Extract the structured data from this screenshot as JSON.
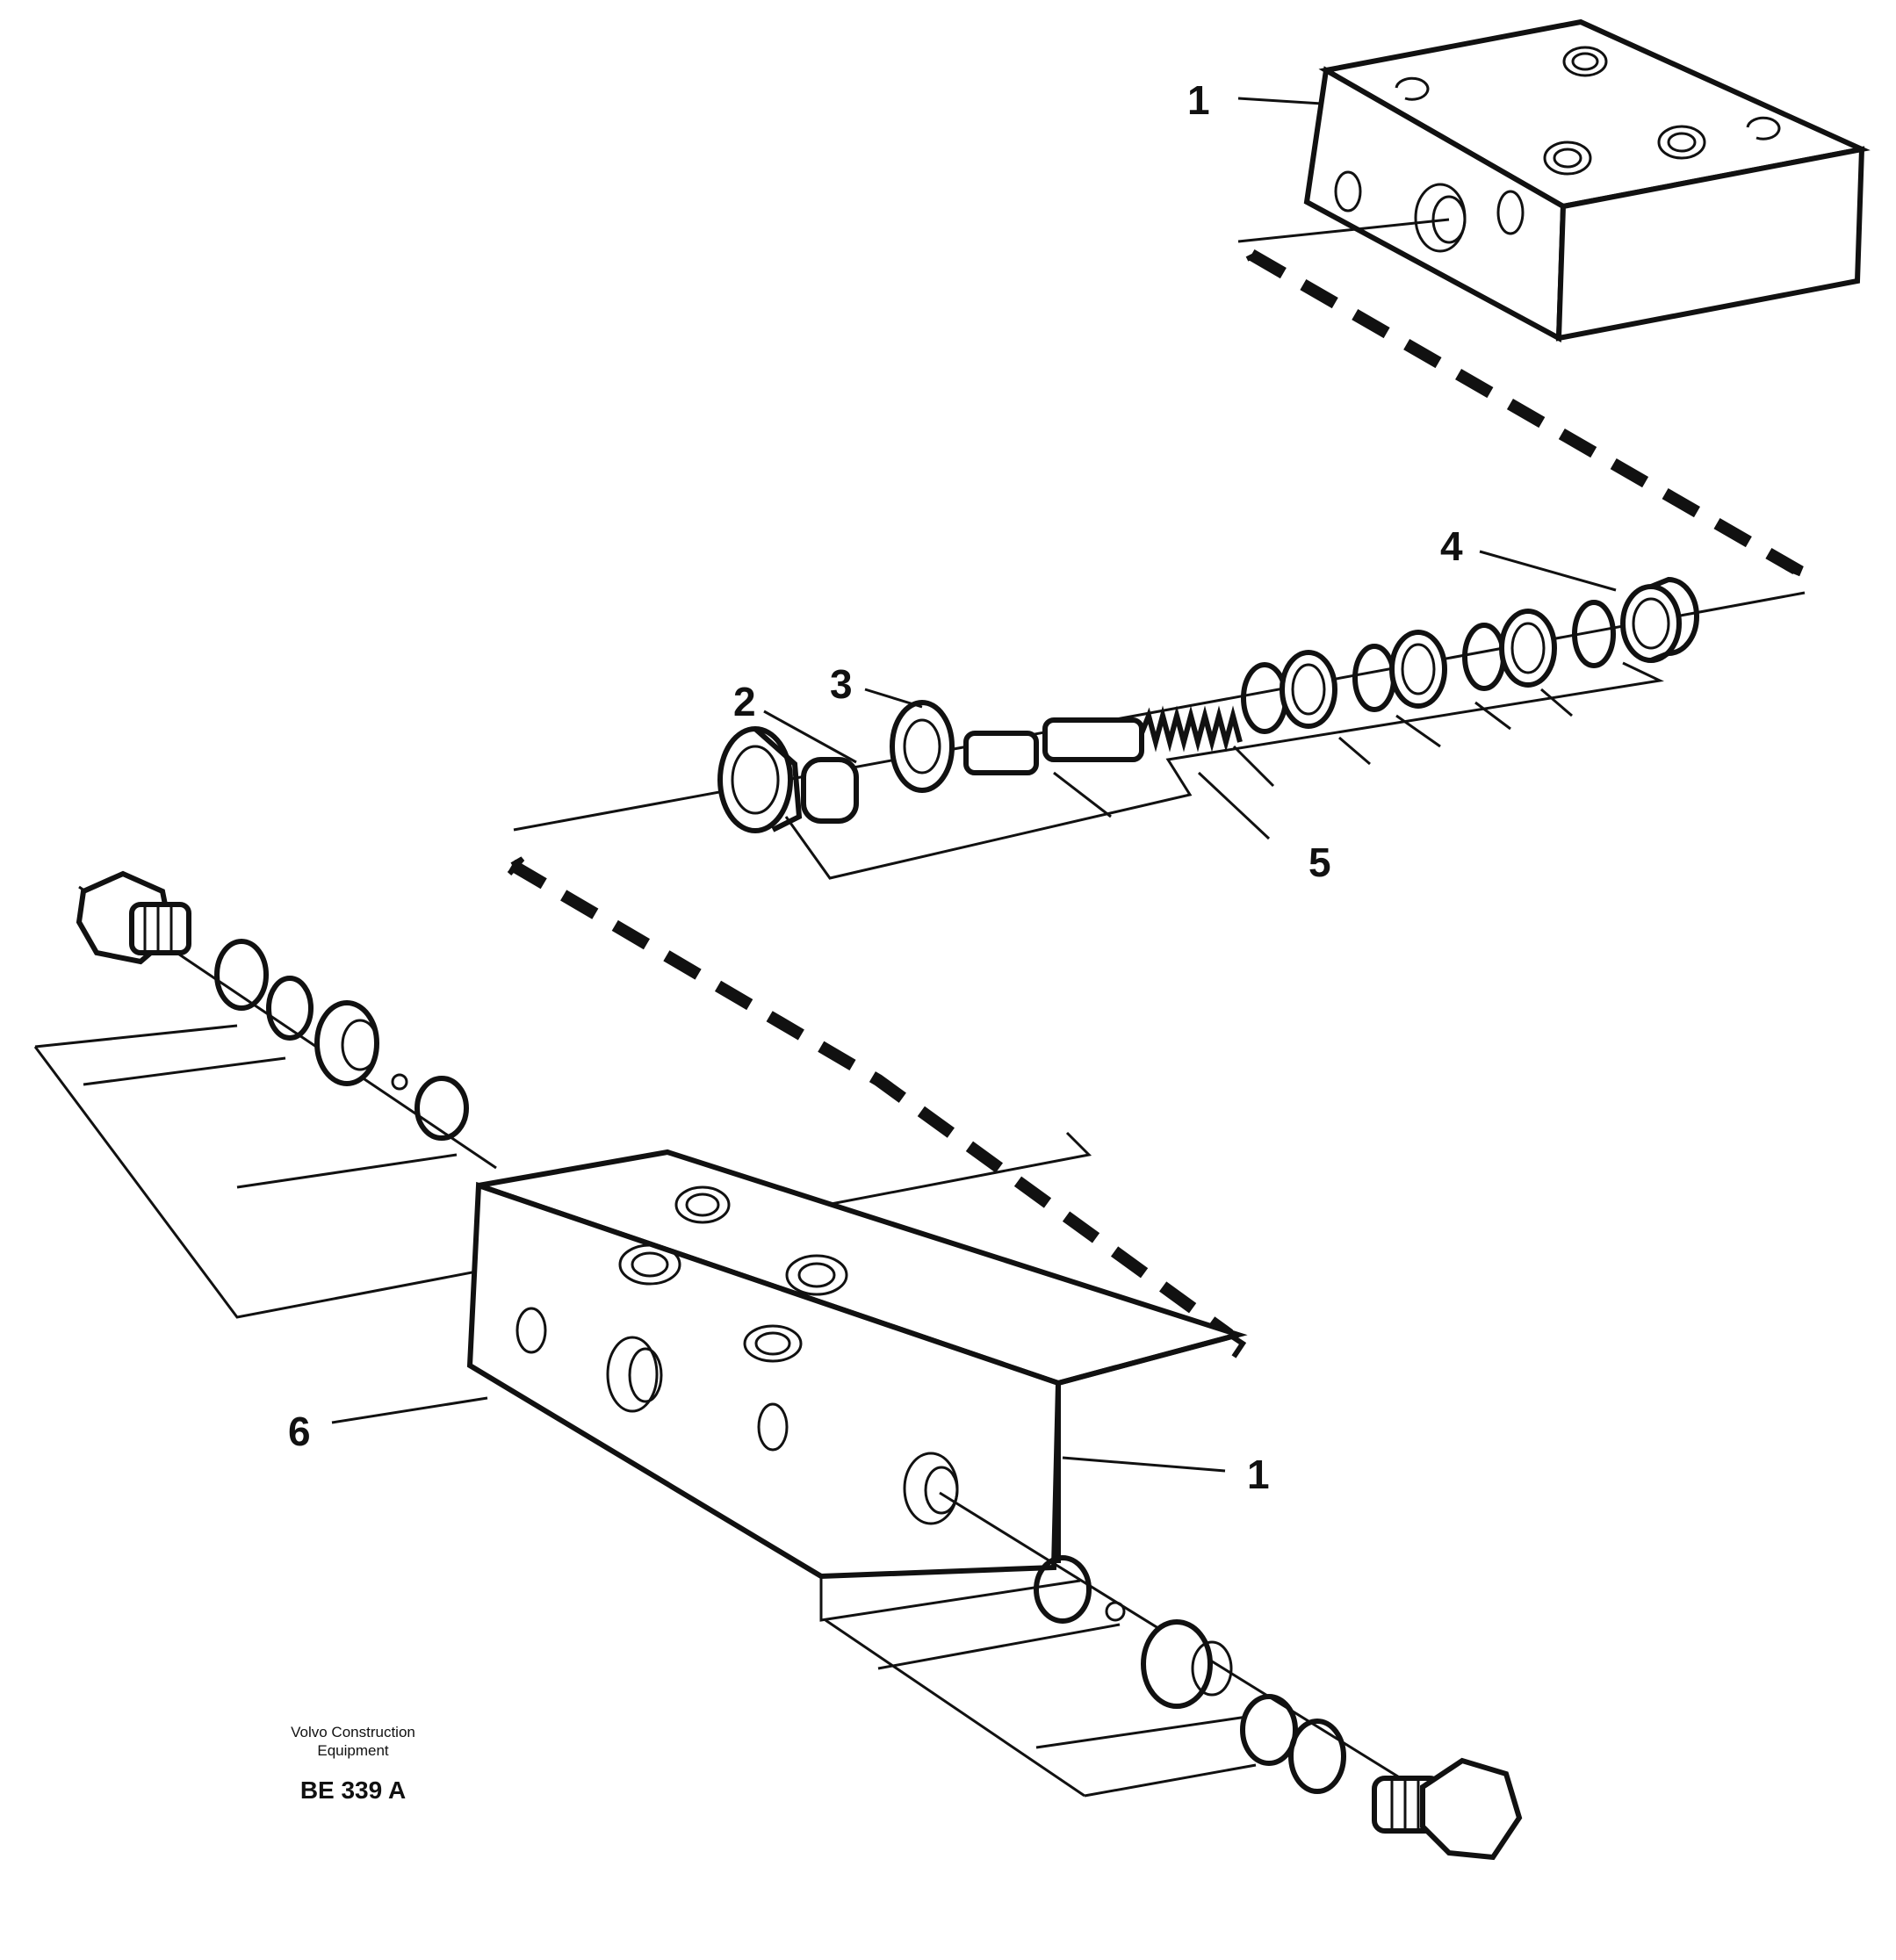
{
  "callouts": {
    "c1_top": "1",
    "c2": "2",
    "c3": "3",
    "c4": "4",
    "c5": "5",
    "c6": "6",
    "c1_bottom": "1"
  },
  "caption": {
    "line1": "Volvo Construction",
    "line2": "Equipment",
    "code": "BE 339 A"
  }
}
